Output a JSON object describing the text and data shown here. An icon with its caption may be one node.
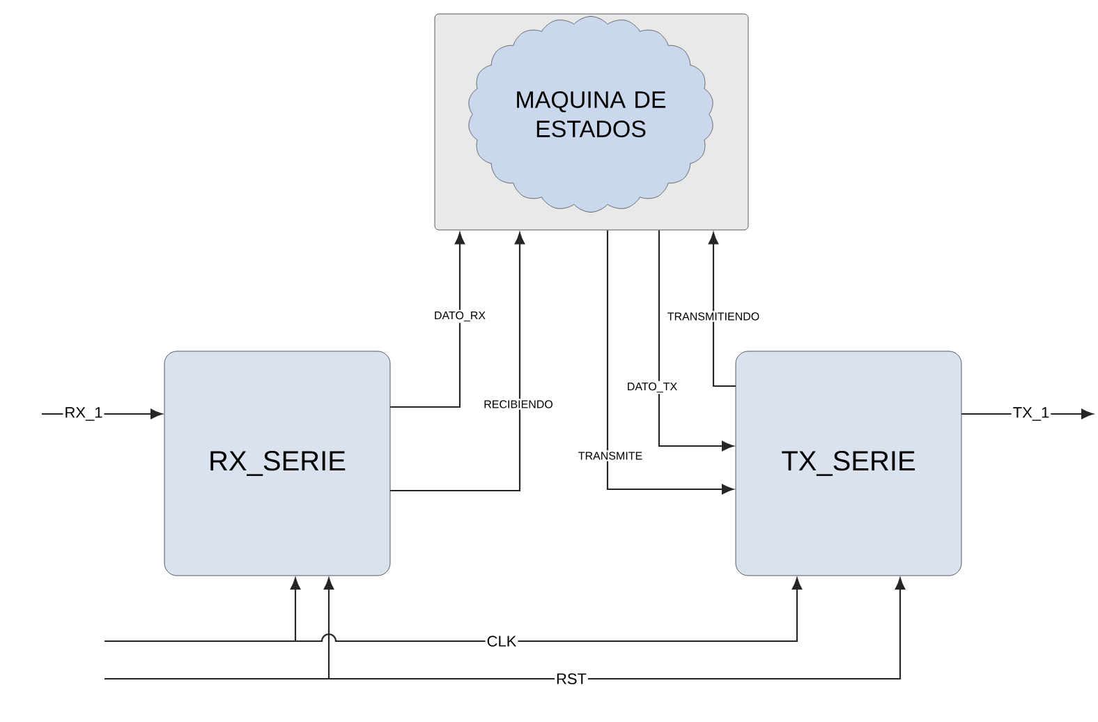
{
  "diagram": {
    "nodes": [
      {
        "text": [],
        "shape": "box"
      },
      {
        "text": [
          "MAQUINA DE ESTADOS"
        ],
        "in": 0
      },
      {
        "text": [
          "RX_SERIE"
        ]
      },
      {
        "text": [
          "TX_SERIE"
        ]
      }
    ],
    "edges": [
      {
        "from": null,
        "to": 2,
        "arrow": "to",
        "label": "RX_1"
      },
      {
        "from": 2,
        "to": 0,
        "arrow": "to",
        "label": "DATO_RX"
      },
      {
        "from": 2,
        "to": 0,
        "arrow": "to",
        "label": "RECIBIENDO"
      },
      {
        "from": 0,
        "to": 3,
        "arrow": "to",
        "label": "TRANSMITE"
      },
      {
        "from": 0,
        "to": 3,
        "arrow": "to",
        "label": "DATO_TX"
      },
      {
        "from": 3,
        "to": 0,
        "arrow": "to",
        "label": "TRANSMITIENDO"
      },
      {
        "from": 3,
        "to": null,
        "arrow": "to",
        "label": "TX_1"
      },
      {
        "from": null,
        "to": 2,
        "arrow": "to"
      },
      {
        "from": null,
        "to": 3,
        "arrow": "to",
        "label": "CLK"
      },
      {
        "from": null,
        "to": 2,
        "arrow": "to"
      },
      {
        "from": null,
        "to": 3,
        "arrow": "to",
        "label": "RST"
      }
    ]
  }
}
